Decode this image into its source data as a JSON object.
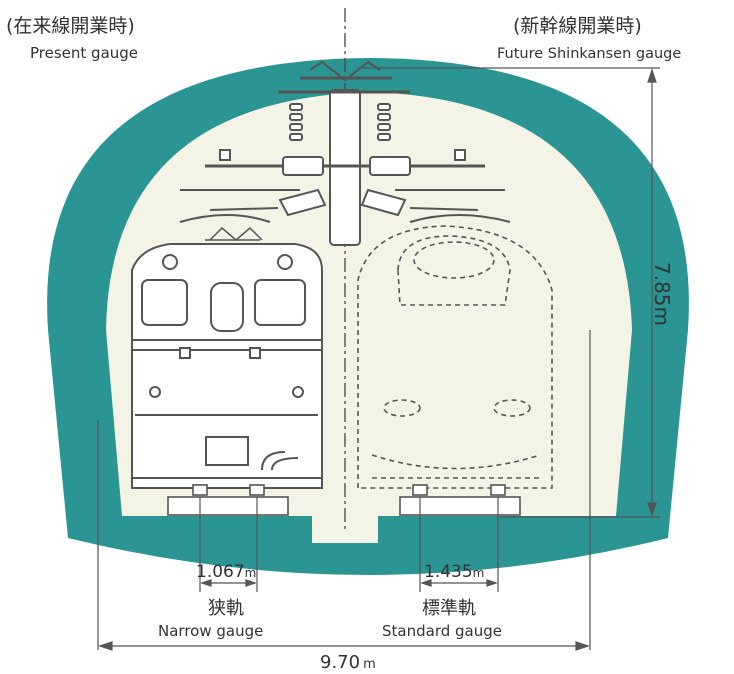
{
  "header": {
    "left_jp": "(在来線開業時)",
    "left_en": "Present gauge",
    "right_jp": "(新幹線開業時)",
    "right_en": "Future Shinkansen gauge"
  },
  "dimensions": {
    "height": "7.85m",
    "width": "9.70",
    "width_unit": "m",
    "narrow_value": "1.067",
    "narrow_unit": "m",
    "standard_value": "1.435",
    "standard_unit": "m"
  },
  "gauges": {
    "narrow_jp": "狭軌",
    "narrow_en": "Narrow gauge",
    "standard_jp": "標準軌",
    "standard_en": "Standard gauge"
  },
  "colors": {
    "tunnel": "#2a9593",
    "interior": "#f3f3e6",
    "line": "#555555"
  }
}
